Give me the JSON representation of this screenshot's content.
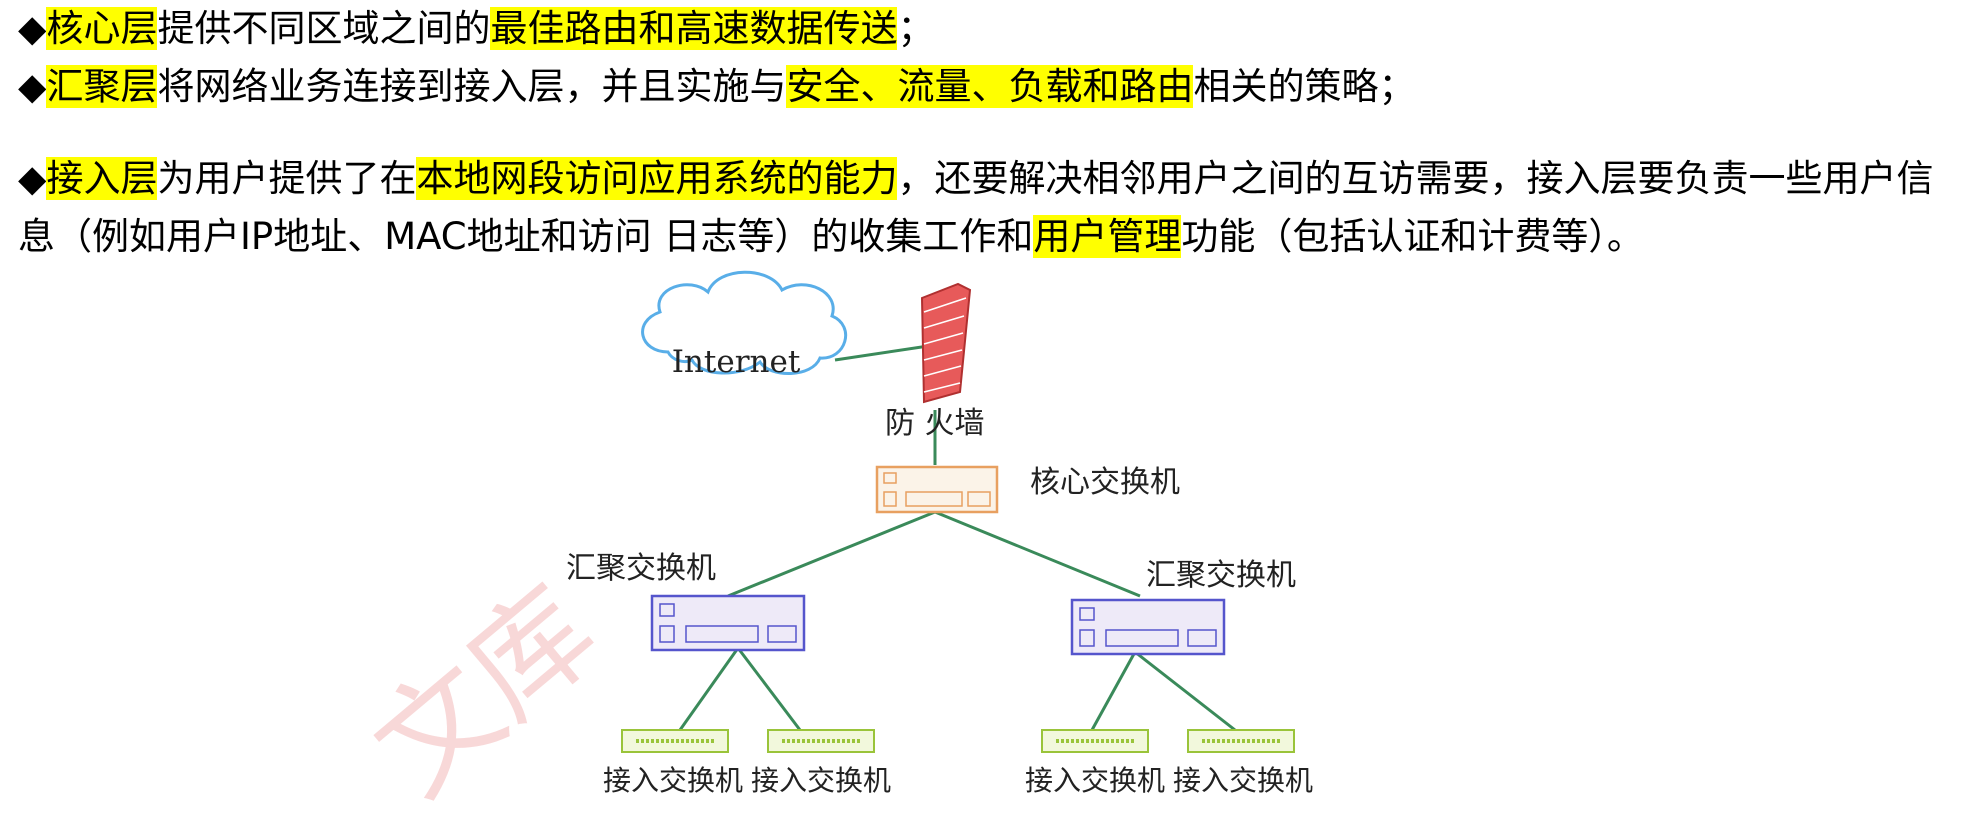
{
  "paragraphs": [
    {
      "bullet": "◆",
      "segments": [
        {
          "text": "核心层",
          "highlight": true
        },
        {
          "text": "提供不同区域之间的",
          "highlight": false
        },
        {
          "text": "最佳路由和高速数据传送",
          "highlight": true
        },
        {
          "text": "；",
          "highlight": false
        }
      ]
    },
    {
      "bullet": "◆",
      "segments": [
        {
          "text": "汇聚层",
          "highlight": true
        },
        {
          "text": "将网络业务连接到接入层，并且实施与",
          "highlight": false
        },
        {
          "text": "安全、流量、负载和路由",
          "highlight": true
        },
        {
          "text": "相关的策略；",
          "highlight": false
        }
      ]
    },
    {
      "bullet": "◆",
      "segments": [
        {
          "text": "接入层",
          "highlight": true
        },
        {
          "text": "为用户提供了在",
          "highlight": false
        },
        {
          "text": "本地网段访问应用系统的能力",
          "highlight": true
        },
        {
          "text": "，还要解决相邻用户之间的互访需要，接入层要负责一些用户信息（例如用户IP地址、MAC地址和访问 日志等）的收集工作和",
          "highlight": false
        },
        {
          "text": "用户管理",
          "highlight": true
        },
        {
          "text": "功能（包括认证和计费等）。",
          "highlight": false
        }
      ]
    }
  ],
  "diagram": {
    "internet_label": "Internet",
    "firewall_label": "防 火墙",
    "core_label": "核心交换机",
    "agg_left_label": "汇聚交换机",
    "agg_right_label": "汇聚交换机",
    "access_labels": [
      "接入交换机",
      "接入交换机",
      "接入交换机",
      "接入交换机"
    ]
  },
  "watermark": "文库"
}
